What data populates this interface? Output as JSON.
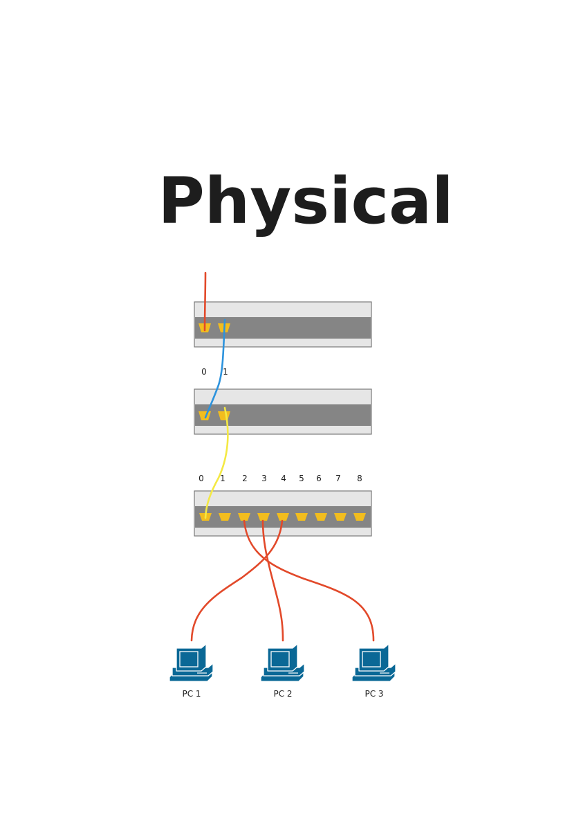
{
  "title": "Physical",
  "colors": {
    "uplink_cable": "#e2492a",
    "patch_cable_1": "#2d93dd",
    "patch_cable_2": "#f4e944",
    "pc_cables": "#e2492a",
    "port": "#f2bd1e",
    "panel": "#e6e6e6",
    "panel_band": "#858585",
    "pc": "#0a6896"
  },
  "devices": {
    "panel_1": {
      "ports": 2
    },
    "panel_2": {
      "ports": 2,
      "port_labels": [
        "0",
        "1"
      ]
    },
    "switch": {
      "ports": 9,
      "port_labels": [
        "0",
        "1",
        "2",
        "3",
        "4",
        "5",
        "6",
        "7",
        "8"
      ]
    }
  },
  "pcs": [
    {
      "label": "PC 1",
      "icon": "desktop-computer-icon"
    },
    {
      "label": "PC 2",
      "icon": "desktop-computer-icon"
    },
    {
      "label": "PC 3",
      "icon": "desktop-computer-icon"
    }
  ],
  "connections": [
    {
      "from": "external",
      "to": "panel_1.port_0",
      "color": "#e2492a"
    },
    {
      "from": "panel_1.port_1",
      "to": "panel_2.port_0",
      "color": "#2d93dd"
    },
    {
      "from": "panel_2.port_1",
      "to": "switch.port_0",
      "color": "#f4e944"
    },
    {
      "from": "switch.port_2",
      "to": "PC 3",
      "color": "#e2492a"
    },
    {
      "from": "switch.port_3",
      "to": "PC 2",
      "color": "#e2492a"
    },
    {
      "from": "switch.port_4",
      "to": "PC 1",
      "color": "#e2492a"
    }
  ]
}
